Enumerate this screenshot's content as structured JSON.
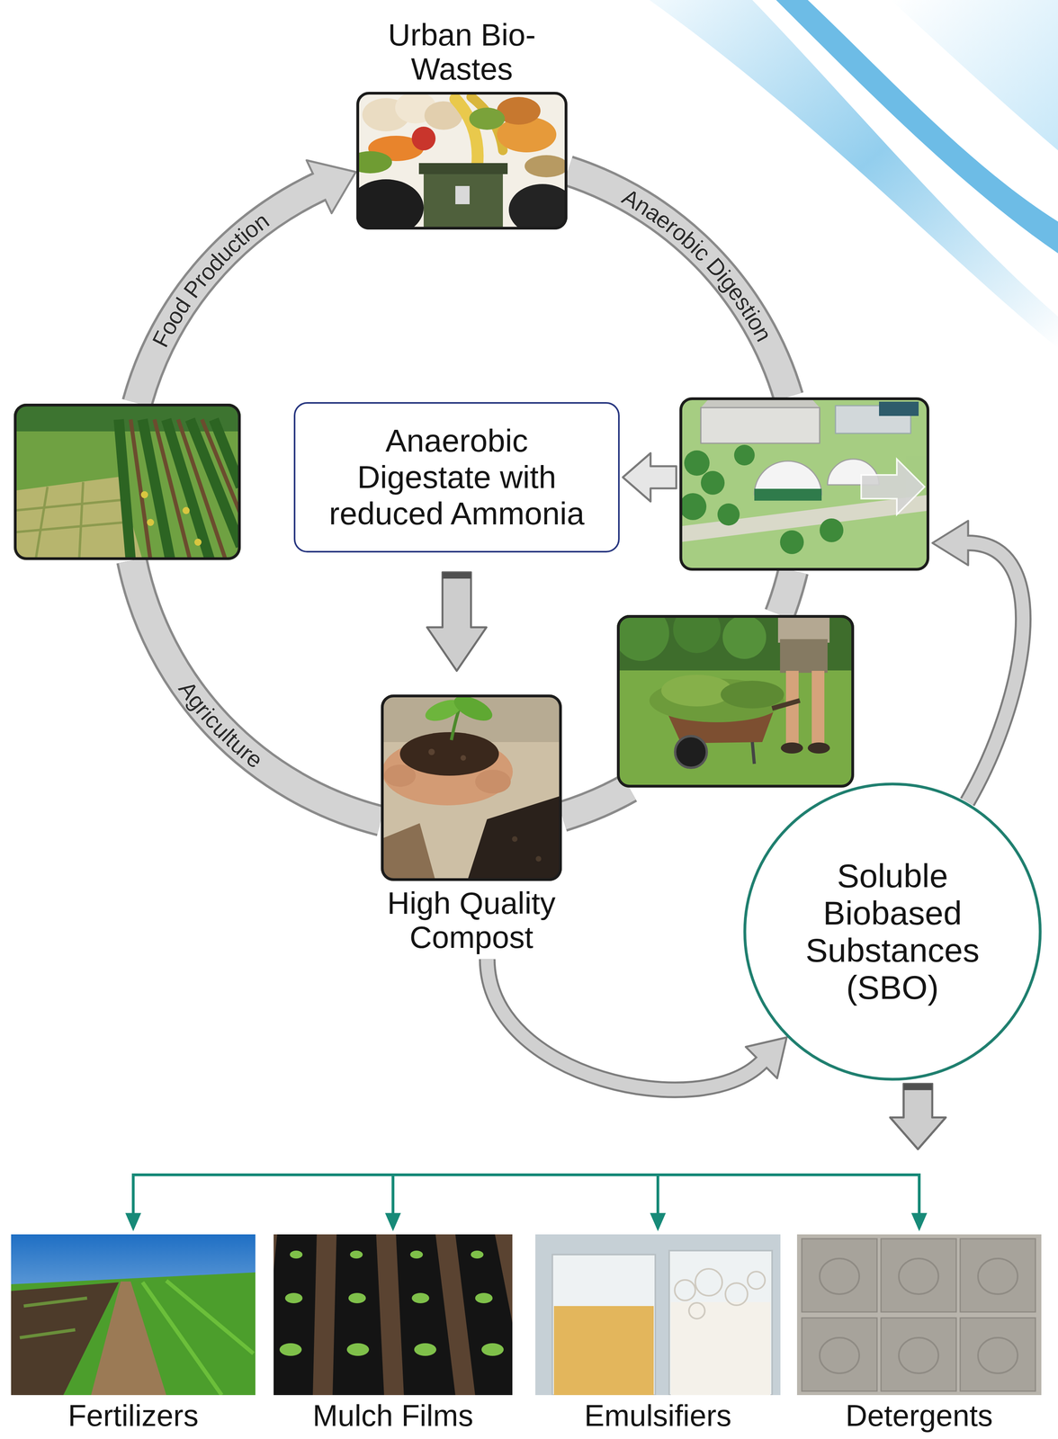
{
  "diagram": {
    "nodes": [
      {
        "text": [
          "Urban Bio-Wastes"
        ]
      },
      {
        "text": []
      },
      {
        "text": [
          "Anaerobic Digestate with reduced Ammonia"
        ]
      },
      {
        "text": []
      },
      {
        "text": []
      },
      {
        "text": [
          "High Quality Compost"
        ]
      },
      {
        "text": [
          "Soluble Biobased Substances (SBO)"
        ]
      },
      {
        "text": [
          "Fertilizers"
        ]
      },
      {
        "text": [
          "Mulch Films"
        ]
      },
      {
        "text": [
          "Emulsifiers"
        ]
      },
      {
        "text": [
          "Detergents"
        ]
      }
    ],
    "edges": [
      {
        "from": 1,
        "to": 0,
        "label": "Food Production",
        "arrow": "to"
      },
      {
        "from": 0,
        "to": 3,
        "label": "Anaerobic Digestion",
        "arrow": "none"
      },
      {
        "from": 3,
        "to": 4,
        "arrow": "none"
      },
      {
        "from": 4,
        "to": 5,
        "arrow": "none"
      },
      {
        "from": 5,
        "to": 1,
        "label": "Agriculture",
        "arrow": "none"
      },
      {
        "from": 3,
        "to": 2,
        "arrow": "to"
      },
      {
        "from": 2,
        "to": 5,
        "arrow": "to"
      },
      {
        "from": 5,
        "to": 6,
        "arrow": "to"
      },
      {
        "from": 6,
        "to": 3,
        "arrow": "to"
      },
      {
        "from": 6,
        "to": 7,
        "arrow": "to"
      },
      {
        "from": 6,
        "to": 8,
        "arrow": "to"
      },
      {
        "from": 6,
        "to": 9,
        "arrow": "to"
      },
      {
        "from": 6,
        "to": 10,
        "arrow": "to"
      }
    ]
  }
}
